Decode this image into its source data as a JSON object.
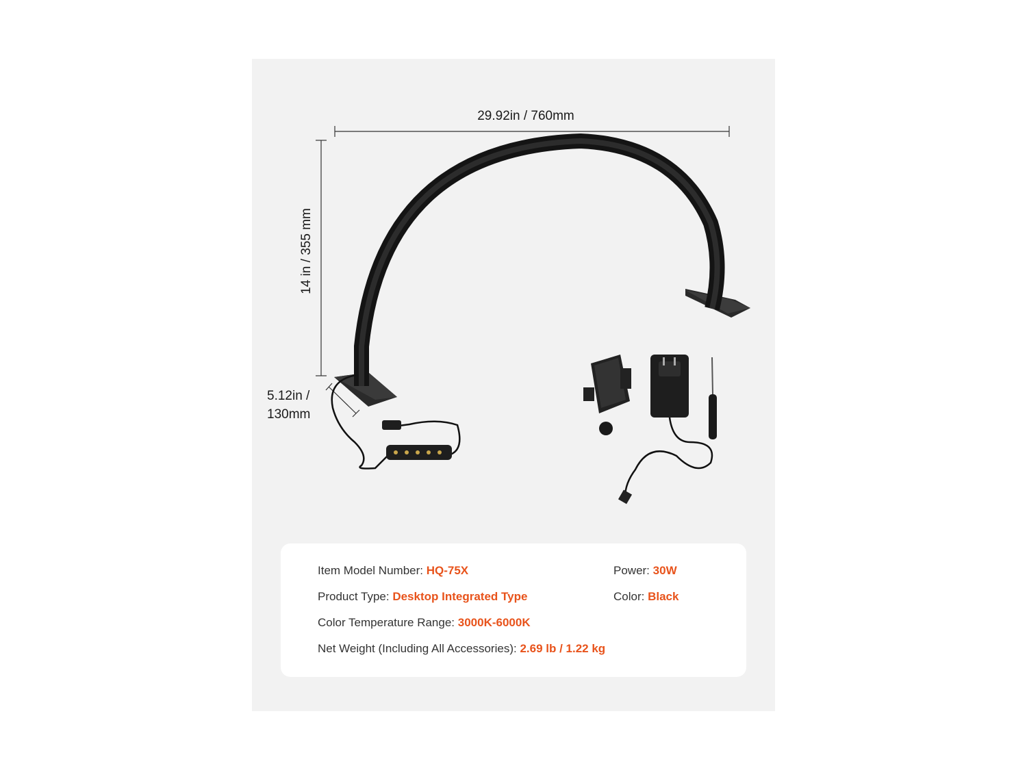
{
  "dimensions": {
    "width": "29.92in / 760mm",
    "height": "14 in / 355 mm",
    "depth_line1": "5.12in /",
    "depth_line2": "130mm"
  },
  "specs": {
    "model": {
      "label": "Item Model Number:",
      "value": "HQ-75X"
    },
    "power": {
      "label": "Power:",
      "value": "30W"
    },
    "type": {
      "label": "Product Type:",
      "value": "Desktop Integrated Type"
    },
    "color": {
      "label": "Color:",
      "value": "Black"
    },
    "temp": {
      "label": "Color Temperature Range:",
      "value": "3000K-6000K"
    },
    "weight": {
      "label": "Net Weight (Including All Accessories):",
      "value": "2.69 lb / 1.22 kg"
    }
  },
  "colors": {
    "accent": "#e8531b",
    "panel": "#f2f2f2",
    "product": "#1a1a1a"
  },
  "icons": [
    "arch-lamp-illustration",
    "phone-holder-icon",
    "power-adapter-icon",
    "screwdriver-icon",
    "controller-cable-icon"
  ]
}
